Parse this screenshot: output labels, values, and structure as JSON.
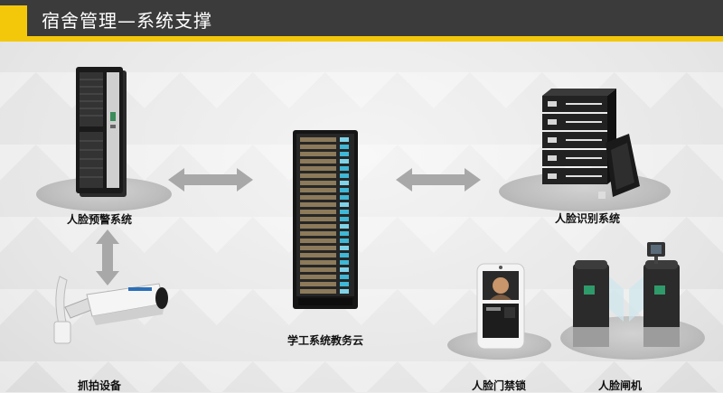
{
  "header": {
    "title": "宿舍管理—系统支撑"
  },
  "nodes": {
    "alert": {
      "label": "人脸预警系统",
      "icon": "server-rack-icon"
    },
    "recognition": {
      "label": "人脸识别系统",
      "icon": "server-stack-icon"
    },
    "cloud": {
      "label": "学工系统教务云",
      "icon": "server-cabinet-icon"
    },
    "capture": {
      "label": "抓拍设备",
      "icon": "camera-icon"
    },
    "doorlock": {
      "label": "人脸门禁锁",
      "icon": "face-terminal-icon"
    },
    "gate": {
      "label": "人脸闸机",
      "icon": "turnstile-gate-icon"
    }
  },
  "colors": {
    "accent": "#f4c80a",
    "header_bg": "#3b3b3b",
    "arrow": "#a8a8a8"
  }
}
